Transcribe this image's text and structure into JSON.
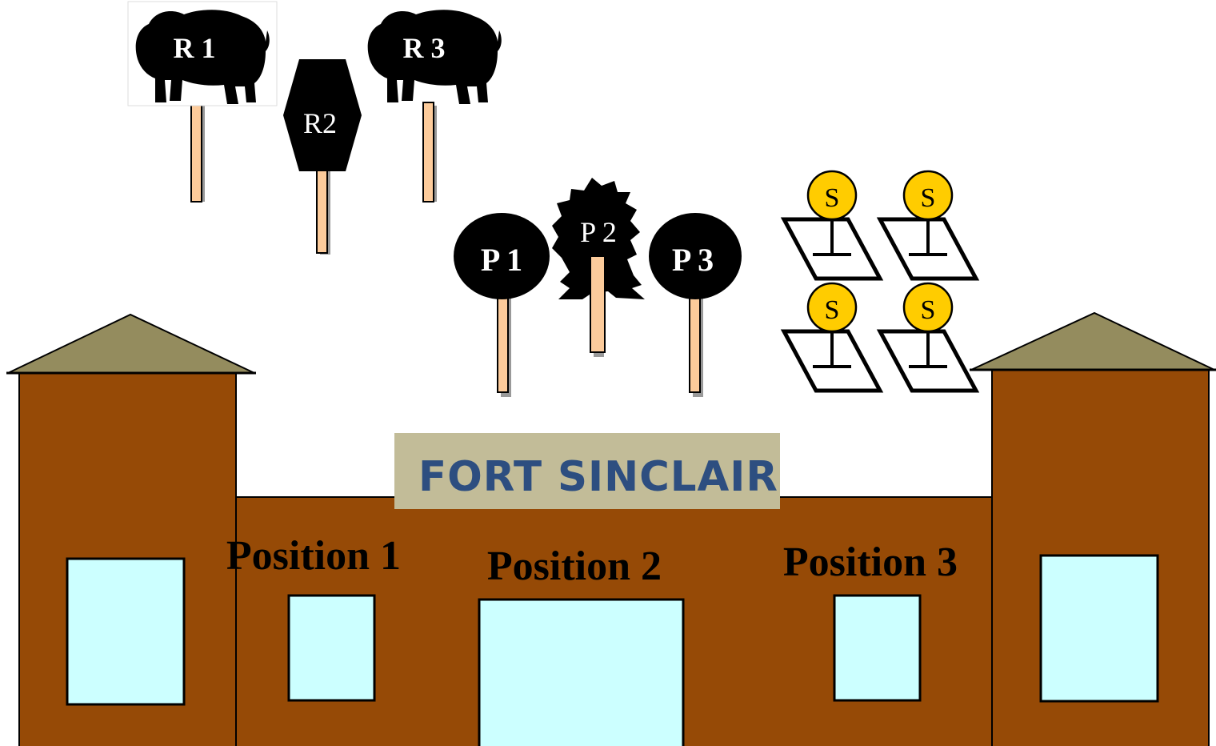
{
  "targets": {
    "r1": "R 1",
    "r2": "R2",
    "r3": "R 3",
    "p1": "P 1",
    "p2": "P 2",
    "p3": "P 3",
    "s": "S"
  },
  "fort": {
    "sign": "FORT SINCLAIR",
    "positions": [
      "Position 1",
      "Position 2",
      "Position 3"
    ]
  },
  "colors": {
    "wall": "#964A06",
    "roof": "#948C5E",
    "window": "#CCFFFF",
    "post": "#FCCB9B",
    "sign_bg": "#C2BC98",
    "sign_text": "#2D4E80",
    "steel_target": "#FFCC00"
  }
}
